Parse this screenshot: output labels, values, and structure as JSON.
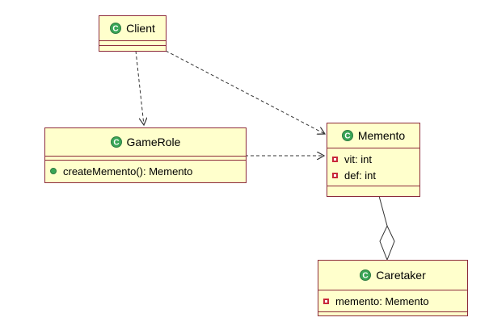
{
  "diagram": {
    "classes": {
      "client": {
        "name": "Client",
        "attributes": [],
        "methods": []
      },
      "gamerole": {
        "name": "GameRole",
        "attributes": [],
        "methods": [
          "createMemento(): Memento"
        ]
      },
      "memento": {
        "name": "Memento",
        "attributes": [
          "vit: int",
          "def: int"
        ],
        "methods": []
      },
      "caretaker": {
        "name": "Caretaker",
        "attributes": [
          "memento: Memento"
        ],
        "methods": []
      }
    },
    "relations": [
      {
        "from": "Client",
        "to": "GameRole",
        "type": "dependency"
      },
      {
        "from": "Client",
        "to": "Memento",
        "type": "dependency"
      },
      {
        "from": "GameRole",
        "to": "Memento",
        "type": "dependency"
      },
      {
        "from": "Caretaker",
        "to": "Memento",
        "type": "aggregation"
      }
    ],
    "colors": {
      "class_fill": "#ffffcc",
      "class_border": "#8c2a3a",
      "class_icon": "#3aa657",
      "public_member": "#3aa657",
      "private_member": "#c8283a",
      "line": "#333333"
    },
    "icons": {
      "class": "class-c-icon",
      "public": "public-method-icon",
      "private": "private-field-icon"
    }
  }
}
